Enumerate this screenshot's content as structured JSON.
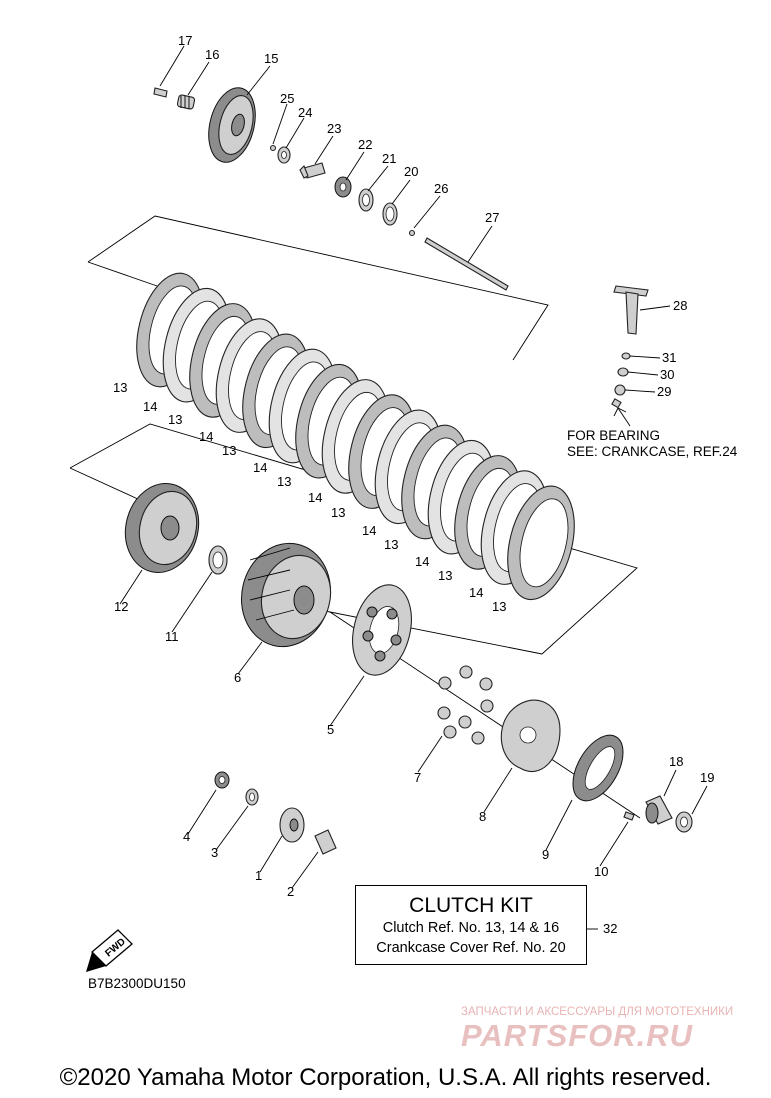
{
  "parts": {
    "p1": "1",
    "p2": "2",
    "p3": "3",
    "p4": "4",
    "p5": "5",
    "p6": "6",
    "p7": "7",
    "p8": "8",
    "p9": "9",
    "p10": "10",
    "p11": "11",
    "p12": "12",
    "p13": "13",
    "p14": "14",
    "p15": "15",
    "p16": "16",
    "p17": "17",
    "p18": "18",
    "p19": "19",
    "p20": "20",
    "p21": "21",
    "p22": "22",
    "p23": "23",
    "p24": "24",
    "p25": "25",
    "p26": "26",
    "p27": "27",
    "p28": "28",
    "p29": "29",
    "p30": "30",
    "p31": "31",
    "p32": "32"
  },
  "bearing_note": {
    "line1": "FOR BEARING",
    "line2": "SEE: CRANKCASE, REF.24"
  },
  "clutch_kit": {
    "title": "CLUTCH KIT",
    "line1": "Clutch Ref. No. 13, 14 & 16",
    "line2": "Crankcase Cover Ref. No. 20"
  },
  "fwd_label": "FWD",
  "diagram_code": "B7B2300DU150",
  "watermark": {
    "tagline": "ЗАПЧАСТИ И АКСЕССУАРЫ ДЛЯ МОТОТЕХНИКИ",
    "brand": "PARTSFOR.RU"
  },
  "copyright": "©2020 Yamaha Motor Corporation, U.S.A. All rights reserved."
}
